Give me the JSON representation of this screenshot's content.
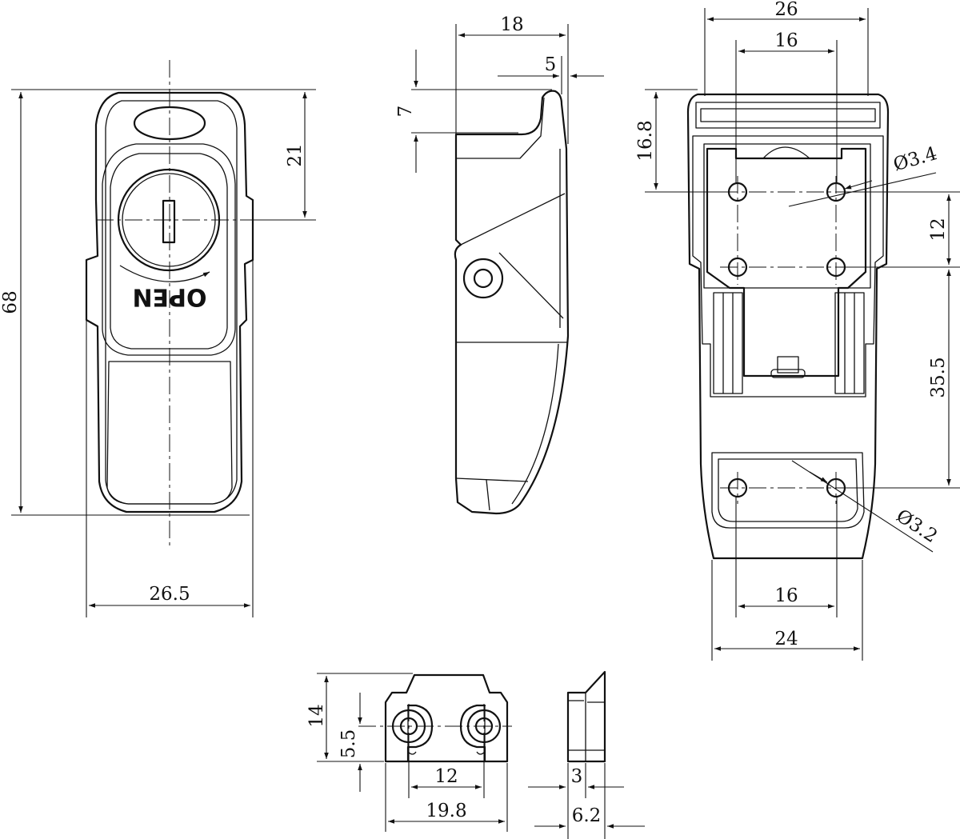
{
  "front_view": {
    "dims": {
      "height": "68",
      "key_offset": "21",
      "width": "26.5"
    },
    "stamp_text": "OPEN"
  },
  "side_view": {
    "dims": {
      "width": "18",
      "lip": "5",
      "hook": "7"
    }
  },
  "rear_view": {
    "dims": {
      "top_width": "26",
      "top_hole_spacing": "16",
      "top_offset": "16.8",
      "hole_dia_top": "Ø3.4",
      "hole_pitch_vertical": "12",
      "hole_pitch_lower": "35.5",
      "hole_dia_bottom": "Ø3.2",
      "bottom_hole_spacing": "16",
      "bottom_width": "24"
    }
  },
  "keeper_front": {
    "dims": {
      "height": "14",
      "hole_height": "5.5",
      "hole_spacing": "12",
      "width": "19.8"
    }
  },
  "keeper_side": {
    "dims": {
      "base": "3",
      "depth": "6.2"
    }
  }
}
